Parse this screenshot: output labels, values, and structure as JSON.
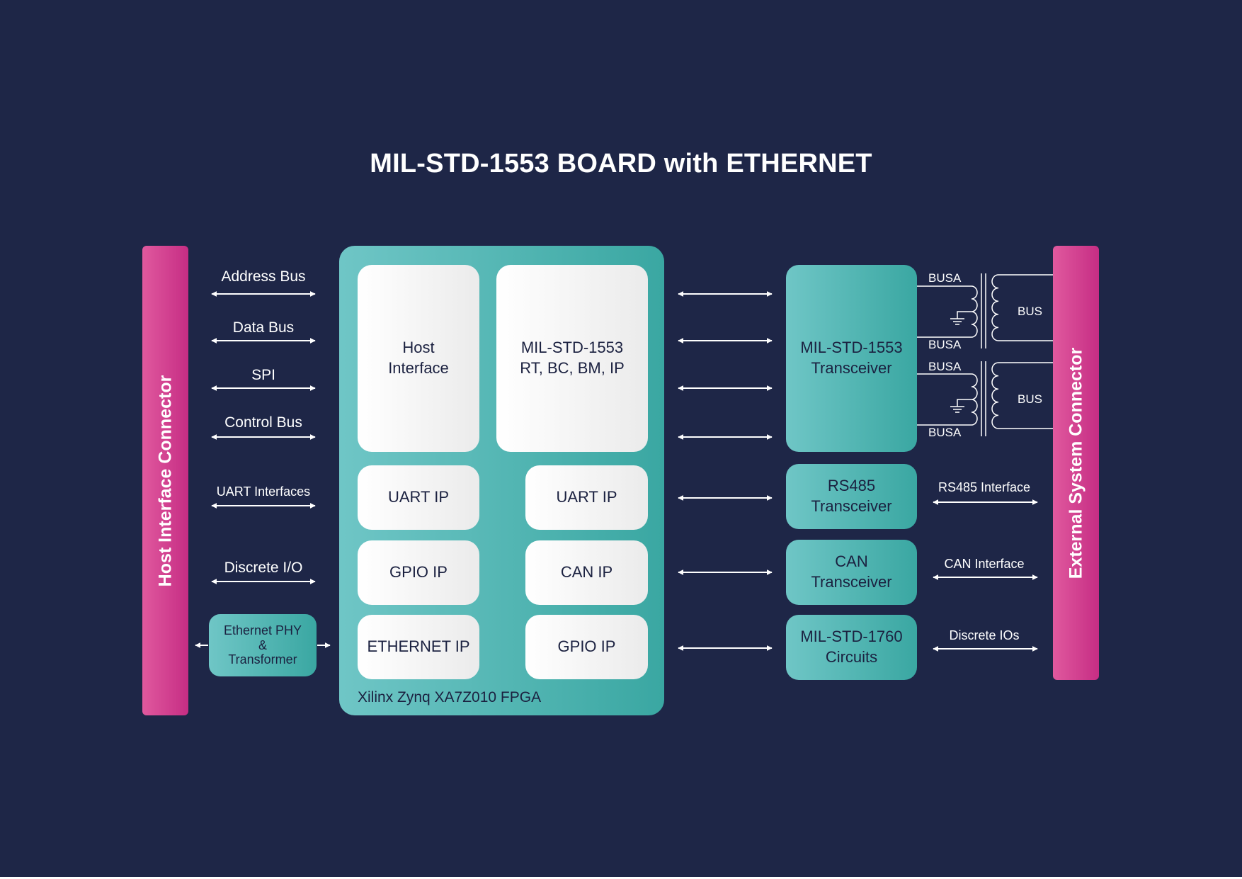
{
  "title": "MIL-STD-1553 BOARD with ETHERNET",
  "colors": {
    "background": "#1e2647",
    "connector": "#d53f92",
    "fpga": "#4db3b0",
    "block_white": "#f4f4f4",
    "text_dark": "#1b2140",
    "arrows": "#ffffff"
  },
  "connectors": {
    "host": "Host Interface Connector",
    "external": "External System Connector"
  },
  "host_signals": {
    "address_bus": "Address Bus",
    "data_bus": "Data Bus",
    "spi": "SPI",
    "control_bus": "Control Bus",
    "uart": "UART Interfaces",
    "discrete_io": "Discrete I/O"
  },
  "ethernet_phy": "Ethernet PHY\n&\nTransformer",
  "fpga": {
    "name": "Xilinx Zynq XA7Z010 FPGA",
    "blocks": {
      "host_interface": "Host\nInterface",
      "mil_core": "MIL-STD-1553\nRT, BC, BM, IP",
      "uart_left": "UART IP",
      "uart_right": "UART IP",
      "gpio_left": "GPIO IP",
      "can": "CAN IP",
      "ethernet": "ETHERNET IP",
      "gpio_right": "GPIO IP"
    }
  },
  "transceivers": {
    "mil1553": "MIL-STD-1553\nTransceiver",
    "rs485": "RS485\nTransceiver",
    "can": "CAN\nTransceiver",
    "mil1760": "MIL-STD-1760\nCircuits"
  },
  "bus_labels": {
    "a_top": "BUSA",
    "a_bottom": "BUSA",
    "b_top": "BUSA",
    "b_bottom": "BUSA",
    "bus_1": "BUS",
    "bus_2": "BUS"
  },
  "external_signals": {
    "rs485": "RS485 Interface",
    "can": "CAN Interface",
    "discrete": "Discrete IOs"
  }
}
